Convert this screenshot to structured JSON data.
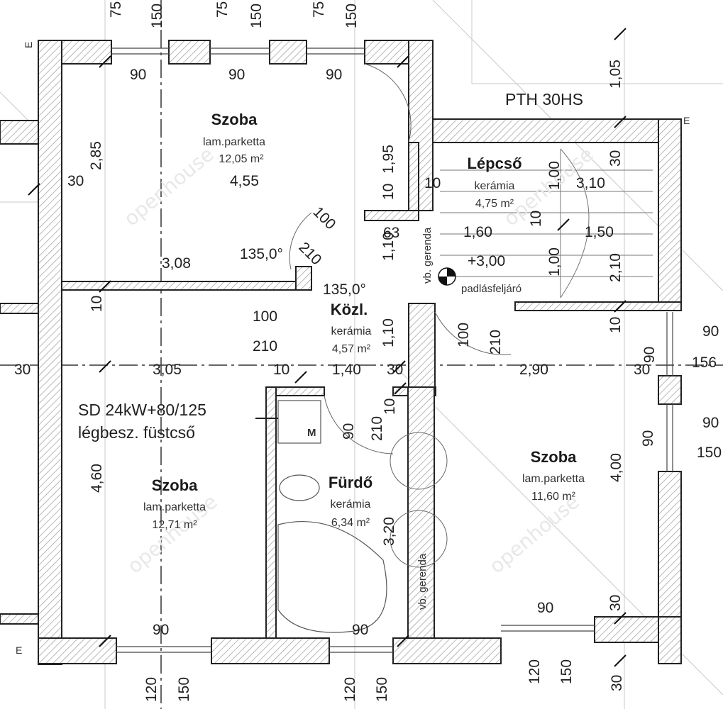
{
  "colors": {
    "wall_fill": "#ffffff",
    "wall_hatch": "#9a9a9a",
    "wall_stroke": "#222222",
    "grid": "#c8c8c8"
  },
  "watermark": "openhouse",
  "rooms": {
    "szoba_top": {
      "name": "Szoba",
      "floor": "lam.parketta",
      "area": "12,05 m²"
    },
    "lepcso": {
      "name": "Lépcső",
      "floor": "kerámia",
      "area": "4,75 m²"
    },
    "kozl": {
      "name": "Közl.",
      "floor": "kerámia",
      "area": "4,57 m²"
    },
    "szoba_left": {
      "name": "Szoba",
      "floor": "lam.parketta",
      "area": "12,71 m²"
    },
    "furdo": {
      "name": "Fürdő",
      "floor": "kerámia",
      "area": "6,34 m²"
    },
    "szoba_right": {
      "name": "Szoba",
      "floor": "lam.parketta",
      "area": "11,60 m²"
    }
  },
  "notes": {
    "pth": "PTH 30HS",
    "boiler_1": "SD 24kW+80/125",
    "boiler_2": "légbesz. füstcső",
    "level": "+3,00",
    "attic": "padlásfeljáró",
    "beam": "vb. gerenda",
    "m_label": "M",
    "e_label": "E",
    "angle": "135,0°"
  },
  "dims": {
    "d90": "90",
    "d150": "150",
    "d75": "75",
    "d120": "120",
    "d30": "30",
    "d10": "10",
    "d100": "100",
    "d210": "210",
    "d63": "63",
    "d156": "156",
    "w455": "4,55",
    "h285": "2,85",
    "w308": "3,08",
    "h195": "1,95",
    "h110": "1,10",
    "w310": "3,10",
    "h100": "1,00",
    "w160": "1,60",
    "w150": "1,50",
    "h210": "2,10",
    "w305": "3,05",
    "w140": "1,40",
    "w290": "2,90",
    "h460": "4,60",
    "h400": "4,00",
    "h320": "3,20",
    "h105": "1,05"
  }
}
